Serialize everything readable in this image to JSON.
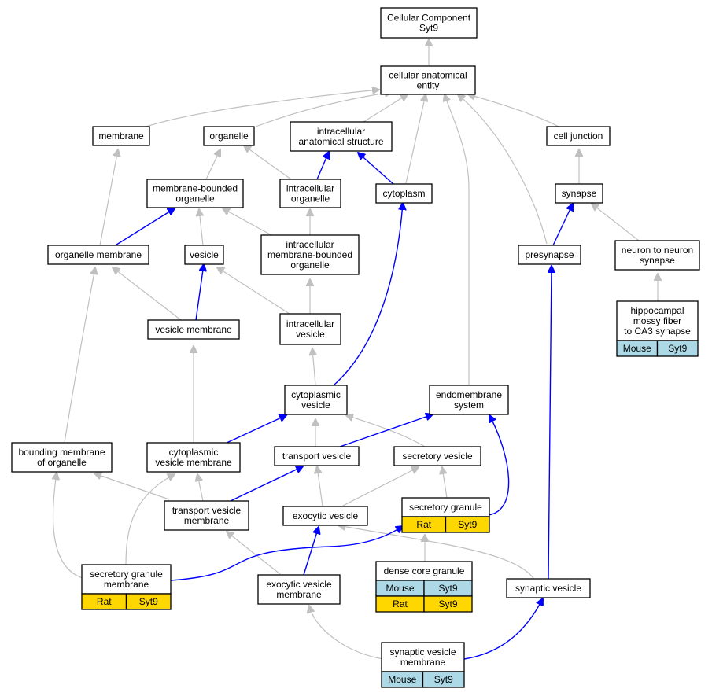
{
  "nodes": {
    "root": [
      "Cellular Component",
      "Syt9"
    ],
    "cae": [
      "cellular anatomical",
      "entity"
    ],
    "membrane": [
      "membrane"
    ],
    "organelle": [
      "organelle"
    ],
    "ias": [
      "intracellular",
      "anatomical structure"
    ],
    "celljunction": [
      "cell junction"
    ],
    "mbo": [
      "membrane-bounded",
      "organelle"
    ],
    "io": [
      "intracellular",
      "organelle"
    ],
    "cytoplasm": [
      "cytoplasm"
    ],
    "synapse": [
      "synapse"
    ],
    "om": [
      "organelle membrane"
    ],
    "vesicle": [
      "vesicle"
    ],
    "imbo": [
      "intracellular",
      "membrane-bounded",
      "organelle"
    ],
    "presynapse": [
      "presynapse"
    ],
    "n2n": [
      "neuron to neuron",
      "synapse"
    ],
    "hmf": [
      "hippocampal",
      "mossy fiber",
      "to CA3 synapse"
    ],
    "vm": [
      "vesicle membrane"
    ],
    "iv": [
      "intracellular",
      "vesicle"
    ],
    "cv": [
      "cytoplasmic",
      "vesicle"
    ],
    "es": [
      "endomembrane",
      "system"
    ],
    "bmo": [
      "bounding membrane",
      "of organelle"
    ],
    "cvm": [
      "cytoplasmic",
      "vesicle membrane"
    ],
    "tv": [
      "transport vesicle"
    ],
    "sv": [
      "secretory vesicle"
    ],
    "sg": [
      "secretory granule"
    ],
    "tvm": [
      "transport vesicle",
      "membrane"
    ],
    "ev": [
      "exocytic vesicle"
    ],
    "sgm": [
      "secretory granule",
      "membrane"
    ],
    "evm": [
      "exocytic vesicle",
      "membrane"
    ],
    "dcg": [
      "dense core granule"
    ],
    "synv": [
      "synaptic vesicle"
    ],
    "svm": [
      "synaptic vesicle",
      "membrane"
    ]
  },
  "annotations": {
    "hmf": [
      [
        "Mouse",
        "Syt9"
      ]
    ],
    "sg": [
      [
        "Rat",
        "Syt9"
      ]
    ],
    "sgm": [
      [
        "Rat",
        "Syt9"
      ]
    ],
    "dcg": [
      [
        "Mouse",
        "Syt9"
      ],
      [
        "Rat",
        "Syt9"
      ]
    ],
    "svm": [
      [
        "Mouse",
        "Syt9"
      ]
    ]
  },
  "colors": {
    "rat": "#ffd700",
    "mouse": "#add8e6",
    "edge_gray": "#c0c0c0",
    "edge_blue": "#0000ff"
  }
}
